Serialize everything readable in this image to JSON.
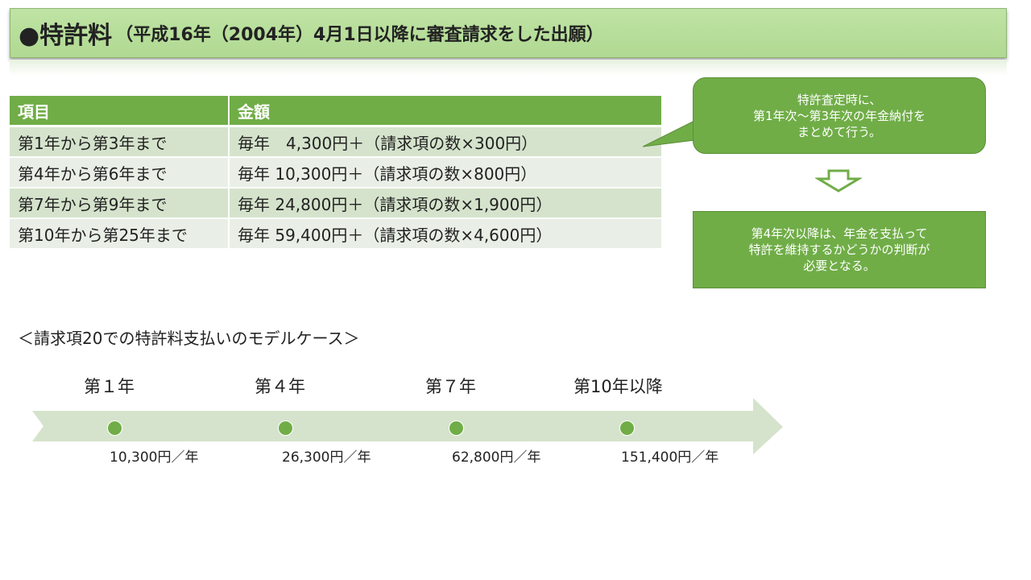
{
  "title": {
    "main": "●特許料",
    "sub": "（平成16年（2004年）4月1日以降に審査請求をした出願）"
  },
  "table": {
    "headers": [
      "項目",
      "金額"
    ],
    "rows": [
      [
        "第1年から第3年まで",
        "毎年　4,300円＋（請求項の数×300円）"
      ],
      [
        "第4年から第6年まで",
        "毎年 10,300円＋（請求項の数×800円）"
      ],
      [
        "第7年から第9年まで",
        "毎年 24,800円＋（請求項の数×1,900円）"
      ],
      [
        "第10年から第25年まで",
        "毎年 59,400円＋（請求項の数×4,600円）"
      ]
    ]
  },
  "callout": {
    "lines": [
      "特許査定時に、",
      "第1年次～第3年次の年金納付を",
      "まとめて行う。"
    ]
  },
  "note": {
    "lines": [
      "第4年次以降は、年金を支払って",
      "特許を維持するかどうかの判断が",
      "必要となる。"
    ]
  },
  "model": {
    "heading": "＜請求項20での特許料支払いのモデルケース＞",
    "points": [
      {
        "label": "第１年",
        "amount": "10,300円／年"
      },
      {
        "label": "第４年",
        "amount": "26,300円／年"
      },
      {
        "label": "第７年",
        "amount": "62,800円／年"
      },
      {
        "label": "第10年以降",
        "amount": "151,400円／年"
      }
    ]
  },
  "colors": {
    "accent": "#70ad47",
    "title_bg": "#b5dd98",
    "row_a": "#d5e3cc",
    "row_b": "#e9efe6"
  }
}
